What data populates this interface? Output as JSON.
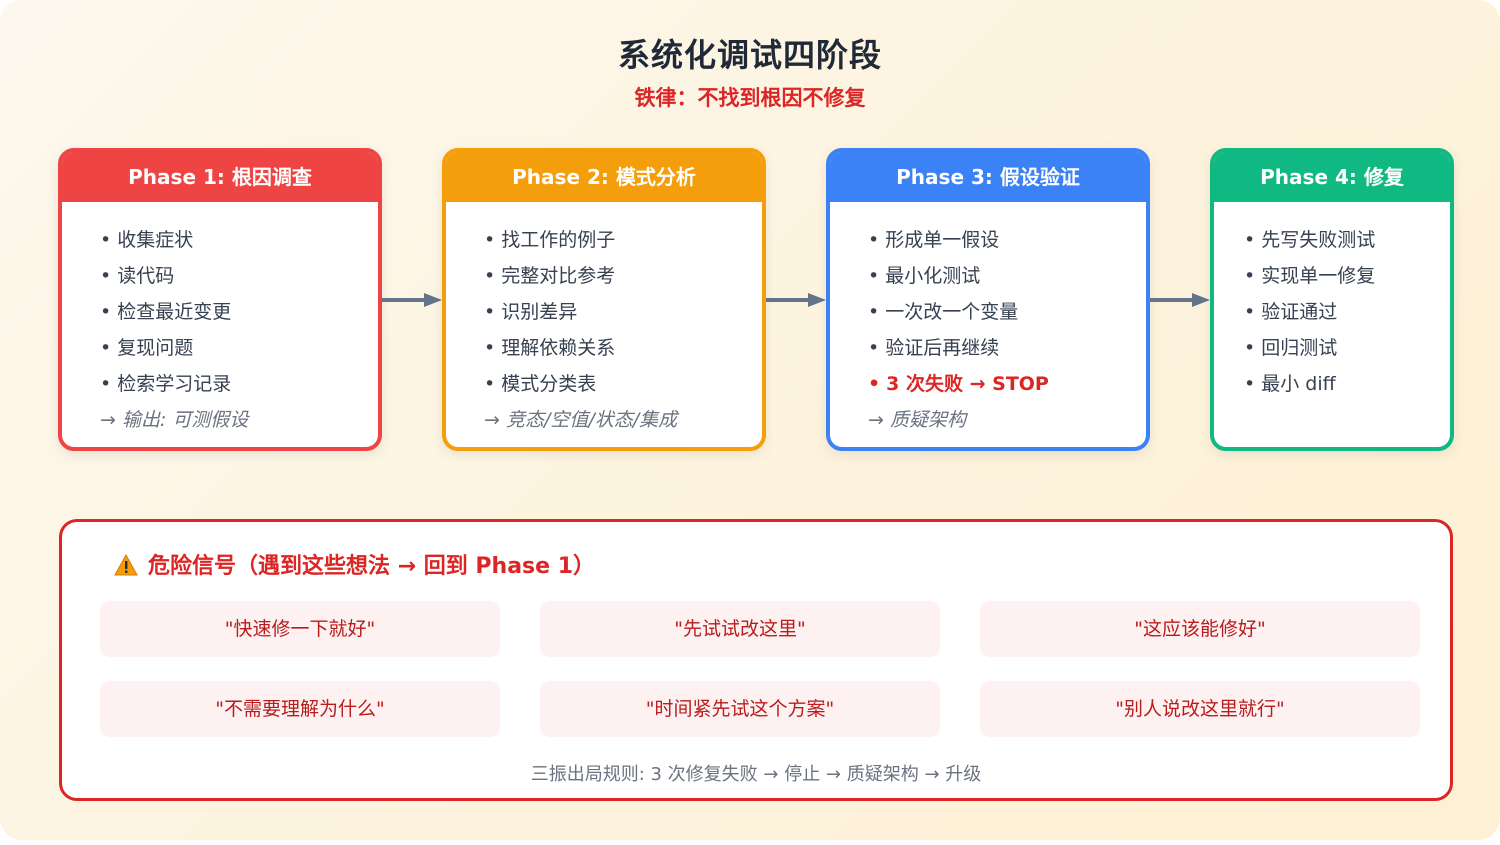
{
  "title": "系统化调试四阶段",
  "subtitle": "铁律：不找到根因不修复",
  "phases": [
    {
      "header": "Phase 1: 根因调查",
      "color": "#ef4444",
      "items": [
        "收集症状",
        "读代码",
        "检查最近变更",
        "复现问题",
        "检索学习记录"
      ],
      "output": "→ 输出: 可测假设"
    },
    {
      "header": "Phase 2: 模式分析",
      "color": "#f59e0b",
      "items": [
        "找工作的例子",
        "完整对比参考",
        "识别差异",
        "理解依赖关系",
        "模式分类表"
      ],
      "output": "→ 竞态/空值/状态/集成"
    },
    {
      "header": "Phase 3: 假设验证",
      "color": "#3b82f6",
      "items": [
        "形成单一假设",
        "最小化测试",
        "一次改一个变量",
        "验证后再继续"
      ],
      "warning": "3 次失败 → STOP",
      "output": "→ 质疑架构"
    },
    {
      "header": "Phase 4: 修复",
      "color": "#10b981",
      "items": [
        "先写失败测试",
        "实现单一修复",
        "验证通过",
        "回归测试",
        "最小 diff"
      ]
    }
  ],
  "danger": {
    "icon": "warning-icon",
    "title": "危险信号（遇到这些想法 → 回到 Phase 1）",
    "quotes": [
      "\"快速修一下就好\"",
      "\"先试试改这里\"",
      "\"这应该能修好\"",
      "\"不需要理解为什么\"",
      "\"时间紧先试这个方案\"",
      "\"别人说改这里就行\""
    ],
    "footer": "三振出局规则: 3 次修复失败 → 停止 → 质疑架构 → 升级"
  },
  "colors": {
    "danger": "#dc2626",
    "arrow": "#64748b"
  }
}
